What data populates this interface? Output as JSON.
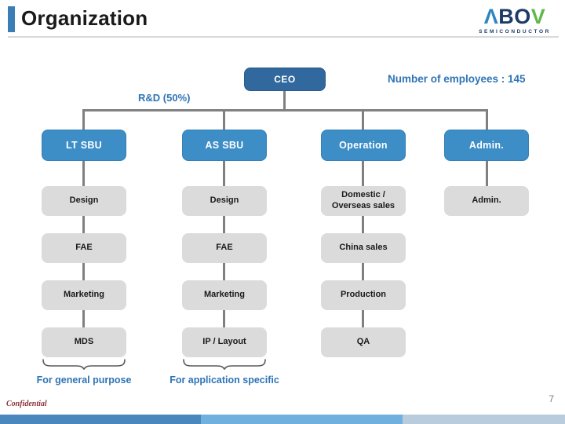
{
  "page": {
    "title": "Organization",
    "page_number": "7",
    "confidential": "Confidential"
  },
  "logo": {
    "mark_a": "Λ",
    "mark_bo": "BO",
    "mark_v": "V",
    "subtitle": "SEMICONDUCTOR"
  },
  "org_chart": {
    "root_label": "CEO",
    "employees_note": "Number of employees : 145",
    "rd_note": "R&D (50%)",
    "columns": [
      {
        "header": "LT SBU",
        "children": [
          "Design",
          "FAE",
          "Marketing",
          "MDS"
        ],
        "footnote": "For general purpose"
      },
      {
        "header": "AS SBU",
        "children": [
          "Design",
          "FAE",
          "Marketing",
          "IP / Layout"
        ],
        "footnote": "For application specific"
      },
      {
        "header": "Operation",
        "children": [
          "Domestic / Overseas sales",
          "China sales",
          "Production",
          "QA"
        ]
      },
      {
        "header": "Admin.",
        "children": [
          "Admin."
        ]
      }
    ]
  },
  "colors": {
    "ceo_box": "#31689D",
    "division_box": "#3D8DC6",
    "department_box": "#DBDBDB",
    "connector": "#808080",
    "accent_text": "#2E74B5",
    "title_accent_bar": "#3B7DB7",
    "confidential_text": "#8B3038",
    "footer_bar_segments": [
      "#4A87BC",
      "#6FB0DF",
      "#B8CCDE"
    ]
  }
}
